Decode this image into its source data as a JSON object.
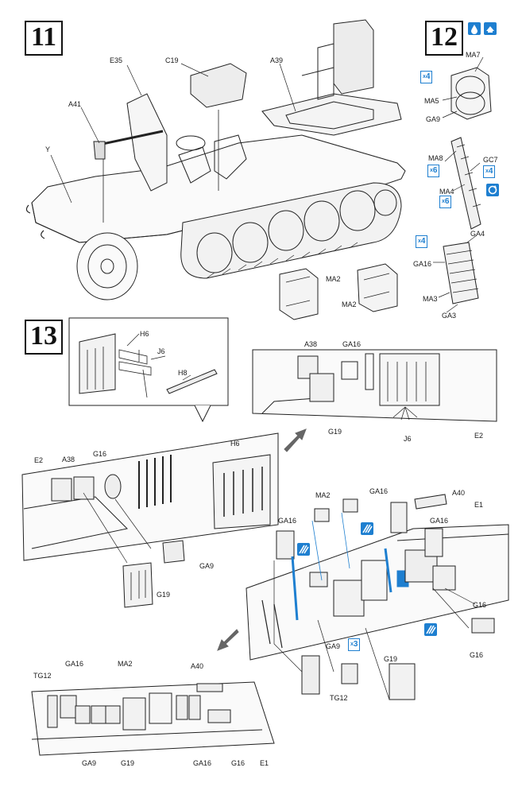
{
  "steps": {
    "s11": "11",
    "s12": "12",
    "s13": "13"
  },
  "labels": {
    "C19": "C19",
    "A39": "A39",
    "E35": "E35",
    "A41": "A41",
    "Y": "Y",
    "MA7": "MA7",
    "MA5": "MA5",
    "GA9": "GA9",
    "MA8": "MA8",
    "GC7": "GC7",
    "MA4": "MA4",
    "GA4": "GA4",
    "GA16": "GA16",
    "MA3": "MA3",
    "GA3": "GA3",
    "MA2": "MA2",
    "H6": "H6",
    "J6": "J6",
    "H8": "H8",
    "A38": "A38",
    "G19": "G19",
    "E2": "E2",
    "G16": "G16",
    "A40": "A40",
    "E1": "E1",
    "TG12": "TG12"
  },
  "badges": {
    "x4": "4",
    "x6": "6",
    "x3": "3",
    "mult": "x"
  },
  "icons": [
    "cement-drop-icon",
    "paint-icon",
    "rotate-icon",
    "brush-icon",
    "paint-stripe-icon"
  ],
  "accent_color": "#1e7fd0"
}
